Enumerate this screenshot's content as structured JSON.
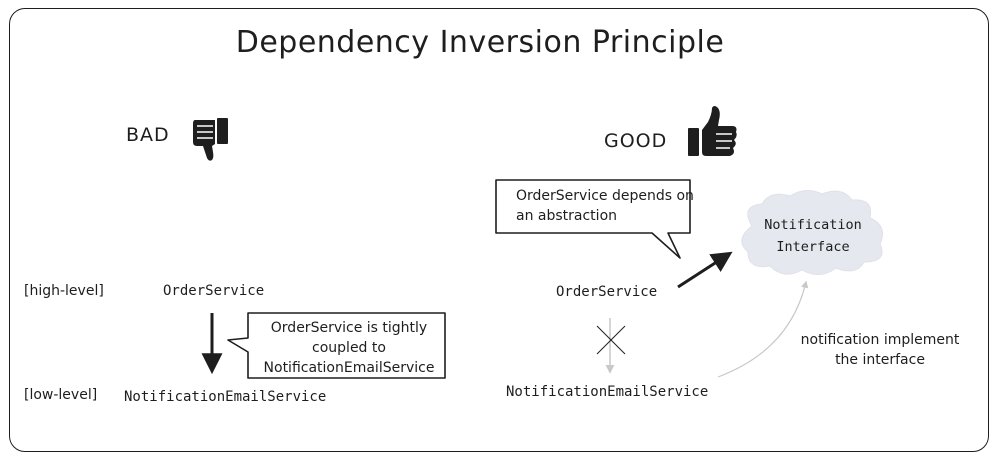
{
  "title": "Dependency Inversion Principle",
  "bad": {
    "label": "BAD",
    "icon": "thumbs-down-icon",
    "high_level_tag": "[high-level]",
    "low_level_tag": "[low-level]",
    "high_service": "OrderService",
    "low_service": "NotificationEmailService",
    "bubble": "OrderService is tightly coupled to NotificationEmailService"
  },
  "good": {
    "label": "GOOD",
    "icon": "thumbs-up-icon",
    "high_service": "OrderService",
    "low_service": "NotificationEmailService",
    "bubble": "OrderService depends on an abstraction",
    "interface_label": "Notification Interface",
    "implement_note": "notification implement the interface"
  },
  "colors": {
    "stroke": "#1e1e1e",
    "cloud_fill": "#e6e8ef",
    "faded": "#c8c8c8"
  }
}
